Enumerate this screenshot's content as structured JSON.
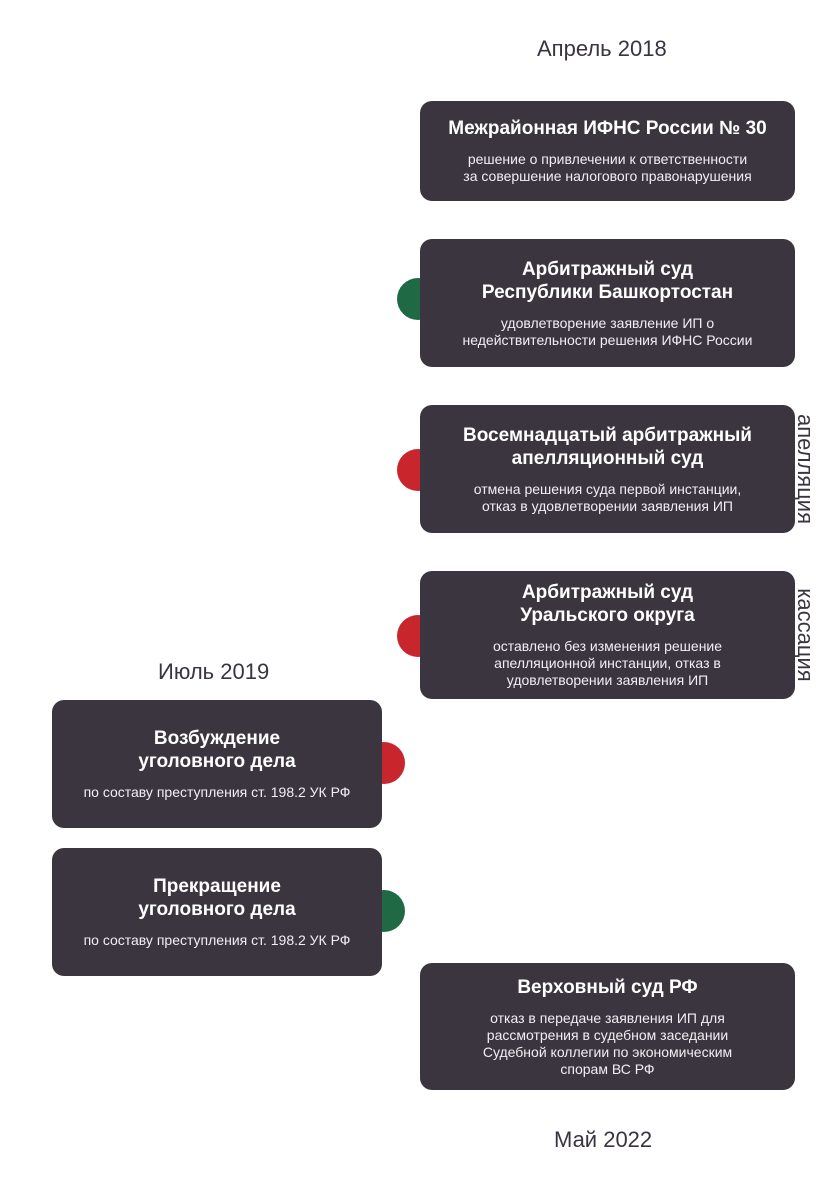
{
  "dates": {
    "start": "Апрель 2018",
    "middle": "Июль 2019",
    "end": "Май 2022"
  },
  "side_labels": {
    "appeal": "апелляция",
    "cassation": "кассация"
  },
  "colors": {
    "card": "#3b3540",
    "green": "#1f6a45",
    "red": "#c8252d"
  },
  "cards": [
    {
      "title": "Межрайонная ИФНС России № 30",
      "desc": "решение о привлечении к ответственности\nза совершение налогового правонарушения"
    },
    {
      "title": "Арбитражный суд\nРеспублики Башкортостан",
      "desc": "удовлетворение заявление ИП о\nнедействительности решения ИФНС России"
    },
    {
      "title": "Восемнадцатый арбитражный\nапелляционный суд",
      "desc": "отмена решения суда первой инстанции,\nотказ в удовлетворении заявления ИП"
    },
    {
      "title": "Арбитражный суд\nУральского округа",
      "desc": "оставлено без изменения решение\nапелляционной инстанции, отказ в\nудовлетворении заявления ИП"
    },
    {
      "title": "Возбуждение\nуголовного дела",
      "desc": "по составу преступления ст. 198.2 УК РФ"
    },
    {
      "title": "Прекращение\nуголовного дела",
      "desc": "по составу преступления ст. 198.2 УК РФ"
    },
    {
      "title": "Верховный суд РФ",
      "desc": "отказ в передаче заявления ИП для\nрассмотрения в судебном заседании\nСудебной коллегии по экономическим\nспорам ВС РФ"
    }
  ]
}
